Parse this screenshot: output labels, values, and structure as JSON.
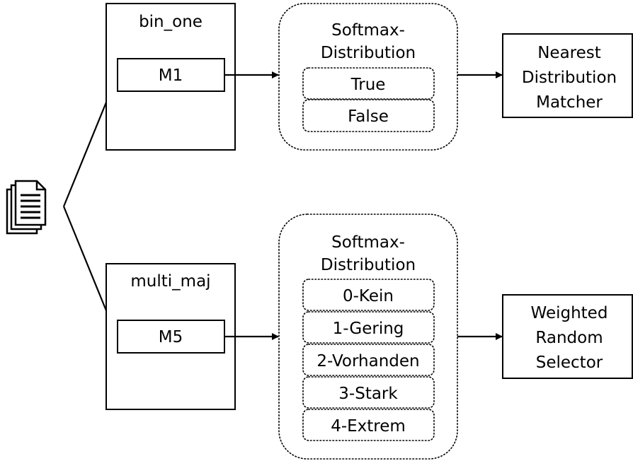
{
  "icons": {
    "documents": "documents-stack-icon"
  },
  "top": {
    "container_label": "bin_one",
    "model_label": "M1",
    "softmax_title": [
      "Softmax-",
      "Distribution"
    ],
    "classes": [
      "True",
      "False"
    ],
    "output_label": [
      "Nearest",
      "Distribution",
      "Matcher"
    ]
  },
  "bottom": {
    "container_label": "multi_maj",
    "model_label": "M5",
    "softmax_title": [
      "Softmax-",
      "Distribution"
    ],
    "classes": [
      "0-Kein",
      "1-Gering",
      "2-Vorhanden",
      "3-Stark",
      "4-Extrem"
    ],
    "output_label": [
      "Weighted",
      "Random",
      "Selector"
    ]
  }
}
